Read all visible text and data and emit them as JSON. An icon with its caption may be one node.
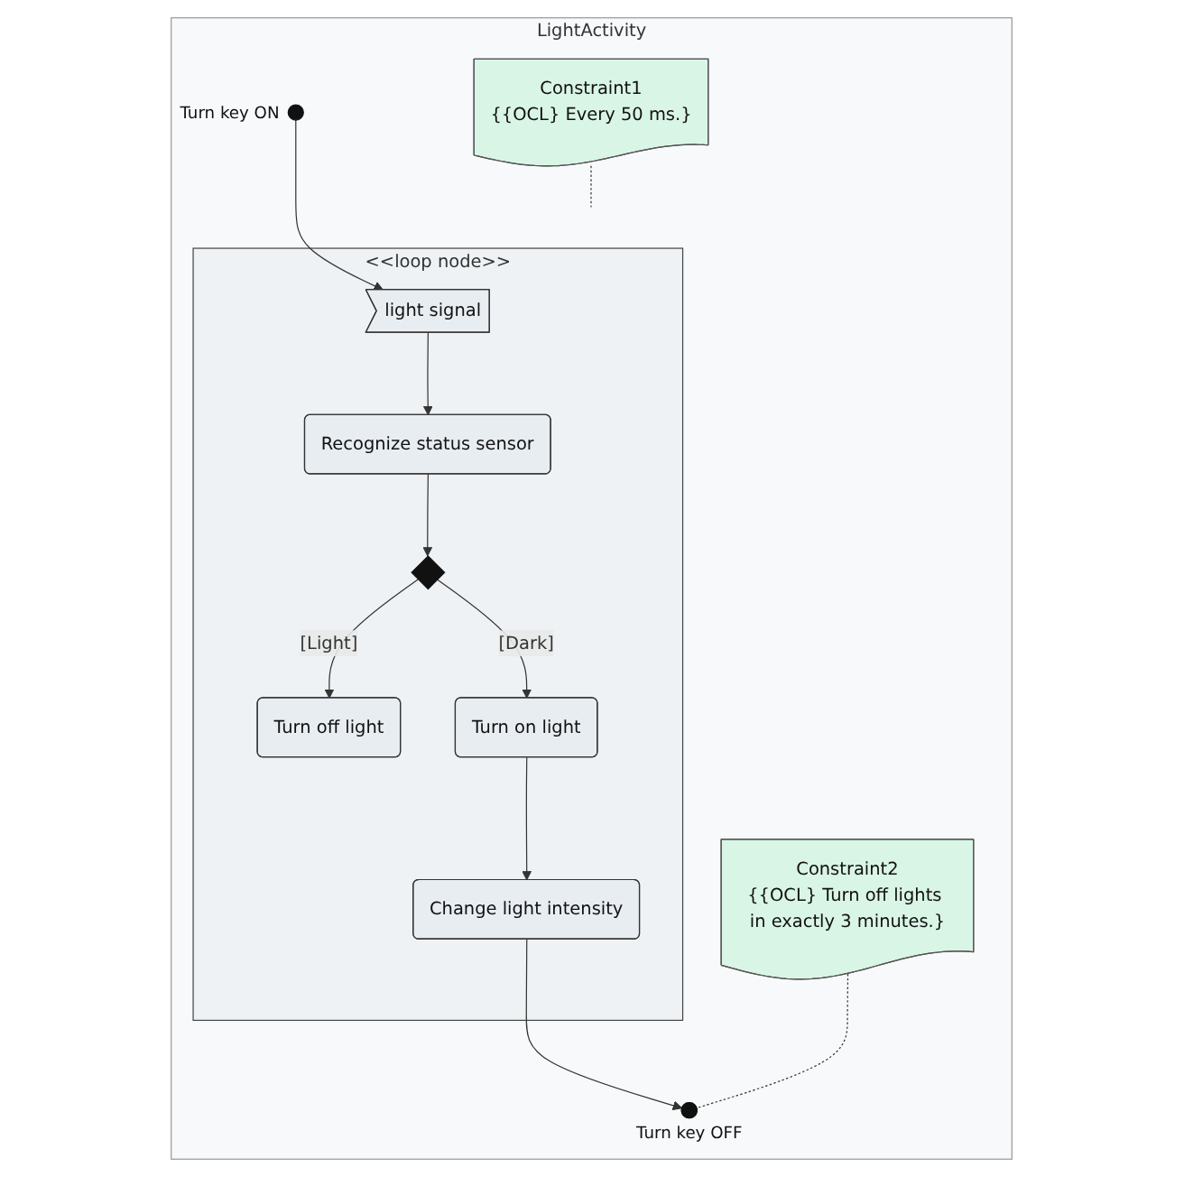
{
  "diagram": {
    "nodes": [
      {
        "text": [
          "LightActivity"
        ]
      },
      {
        "text": [],
        "shape": "circle",
        "in": 0,
        "beside": [
          "Turn key ON"
        ]
      },
      {
        "text": [
          "<<loop node>>"
        ],
        "in": 0
      },
      {
        "text": [
          "light signal"
        ],
        "in": 2
      },
      {
        "text": [
          "Recognize status sensor"
        ],
        "in": 2
      },
      {
        "text": [],
        "shape": "diamond",
        "in": 2
      },
      {
        "text": [
          "Turn off light"
        ],
        "in": 2
      },
      {
        "text": [
          "Turn on light"
        ],
        "in": 2
      },
      {
        "text": [
          "Change light intensity"
        ],
        "in": 2
      },
      {
        "text": [],
        "shape": "circle",
        "in": 0,
        "beside": [
          "Turn key OFF"
        ]
      },
      {
        "text": [
          "Constraint1",
          "{{OCL} Every 50 ms.}"
        ],
        "in": 0
      },
      {
        "text": [
          "Constraint2",
          "{{OCL} Turn off lights in exactly 3 minutes.}"
        ],
        "in": 0
      }
    ],
    "edges": [
      {
        "from": 1,
        "to": 3,
        "arrow": "to"
      },
      {
        "from": 3,
        "to": 4,
        "arrow": "to"
      },
      {
        "from": 4,
        "to": 5,
        "arrow": "to"
      },
      {
        "from": 5,
        "to": 6,
        "arrow": "to",
        "label": "[Light]"
      },
      {
        "from": 5,
        "to": 7,
        "arrow": "to",
        "label": "[Dark]"
      },
      {
        "from": 7,
        "to": 8,
        "arrow": "to"
      },
      {
        "from": 8,
        "to": 9,
        "arrow": "to"
      },
      {
        "from": 10,
        "to": 2,
        "arrow": "none",
        "style": "dashed"
      },
      {
        "from": 11,
        "to": 9,
        "arrow": "none",
        "style": "dashed"
      }
    ]
  }
}
